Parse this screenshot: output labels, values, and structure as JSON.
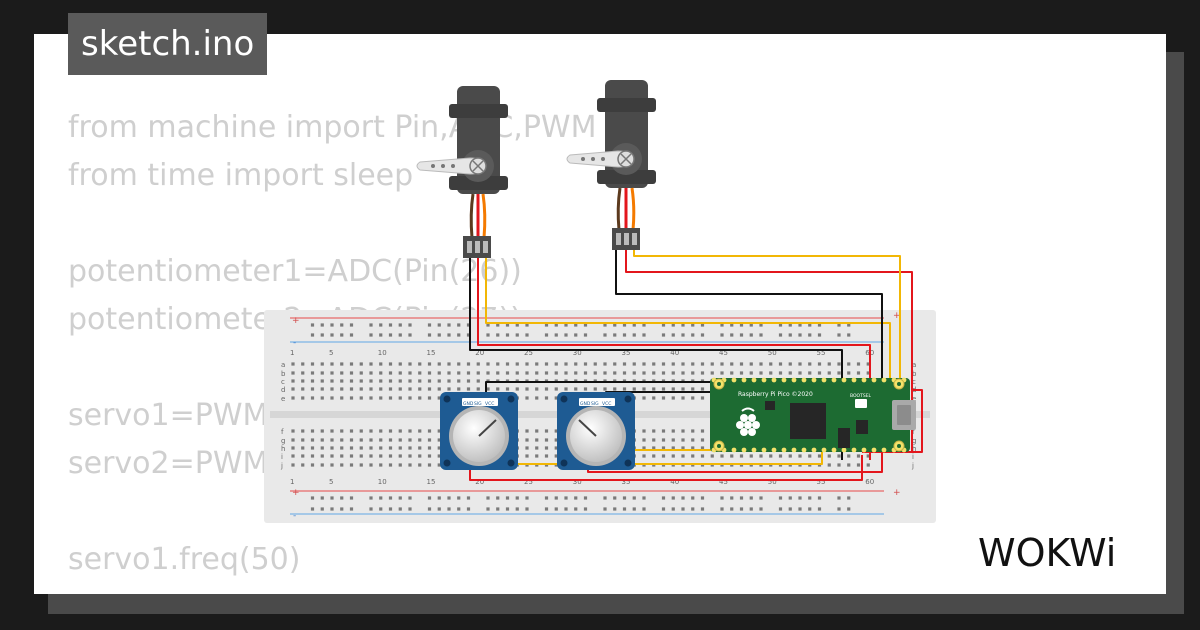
{
  "file_tab": {
    "label": "sketch.ino"
  },
  "code_lines": [
    "from machine import Pin,ADC,PWM",
    "from time import sleep",
    "",
    "potentiometer1=ADC(Pin(26))",
    "potentiometer2=ADC(Pin(27))",
    "",
    "servo1=PWM(Pin(15))",
    "servo2=PWM(Pin(16))",
    "",
    "servo1.freq(50)"
  ],
  "pico": {
    "label": "Raspberry Pi Pico ©2020",
    "bootsel": "BOOTSEL"
  },
  "breadboard": {
    "column_numbers": [
      "1",
      "5",
      "10",
      "15",
      "20",
      "25",
      "30",
      "35",
      "40",
      "45",
      "50",
      "55",
      "60"
    ],
    "row_letters_top": [
      "a",
      "b",
      "c",
      "d",
      "e"
    ],
    "row_letters_bottom": [
      "f",
      "g",
      "h",
      "i",
      "j"
    ],
    "rail_plus": "+",
    "rail_minus": "-"
  },
  "potentiometer": {
    "pins": [
      "GND",
      "SIG",
      "VCC"
    ]
  },
  "brand": {
    "name": "WOKWi"
  },
  "colors": {
    "wire_red": "#e3161c",
    "wire_yellow": "#f2b705",
    "wire_black": "#111111",
    "wire_orange": "#f47a00",
    "pico_green": "#1d6b32",
    "pot_blue": "#1e5b93",
    "servo_body": "#4a4a4a"
  }
}
